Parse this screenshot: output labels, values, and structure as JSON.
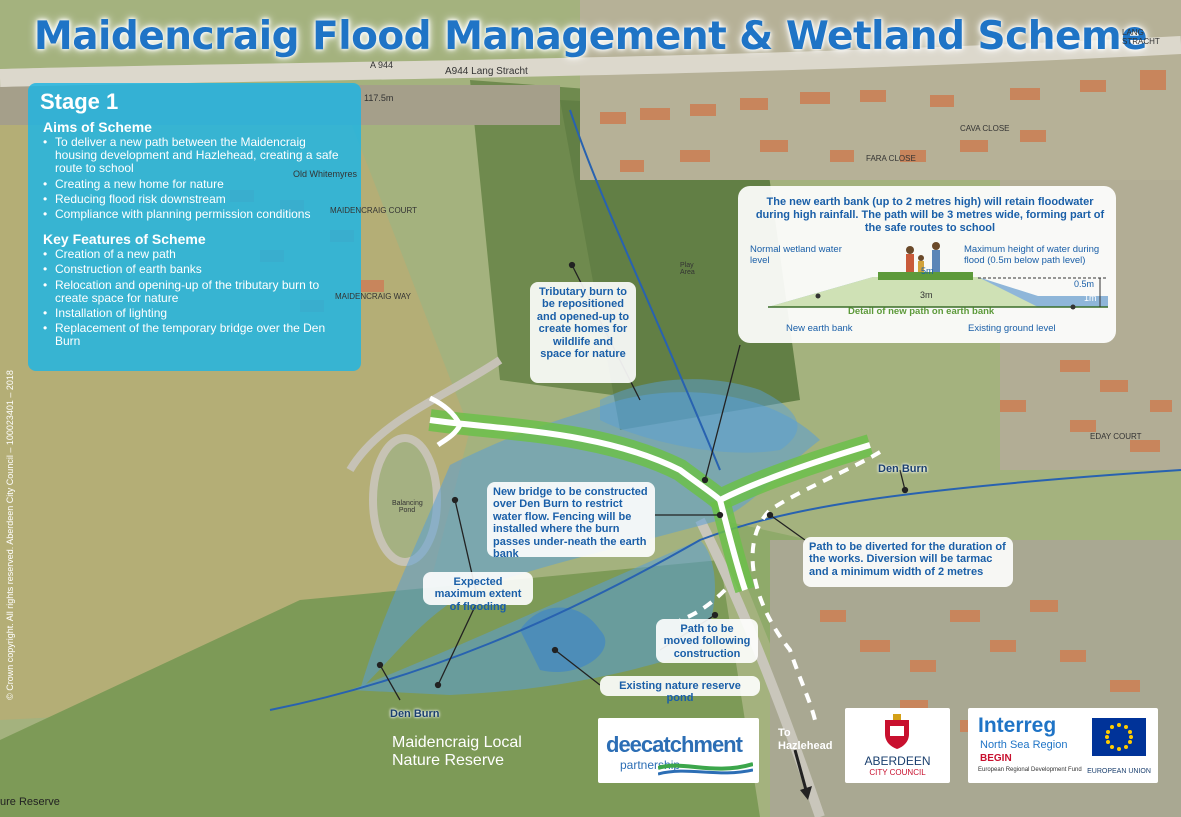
{
  "title": "Maidencraig Flood Management & Wetland Scheme",
  "stage": {
    "heading": "Stage 1",
    "aims_heading": "Aims of Scheme",
    "aims": [
      "To deliver a new path between the Maidencraig housing development and Hazlehead, creating a safe route to school",
      "Creating a new home for nature",
      "Reducing flood risk downstream",
      "Compliance with planning permission conditions"
    ],
    "features_heading": "Key Features of Scheme",
    "features": [
      "Creation of a new path",
      "Construction of earth banks",
      "Relocation and opening-up of the tributary burn to create space for nature",
      "Installation of lighting",
      "Replacement of the temporary bridge over the Den Burn"
    ]
  },
  "callouts": {
    "tributary": "Tributary burn to be repositioned and opened-up to create homes for wildlife and space for nature",
    "bridge": "New bridge to be constructed over Den Burn to restrict water flow. Fencing will be installed where the burn passes under-neath the earth bank",
    "diverted": "Path to be diverted for the duration of the works. Diversion will be tarmac and a minimum width of 2 metres",
    "flooding": "Expected maximum extent of flooding",
    "path_moved": "Path to be moved following construction",
    "pond": "Existing nature reserve pond"
  },
  "earth_bank": {
    "description": "The new earth bank (up to 2 metres high) will retain floodwater during high rainfall. The path will be 3 metres wide, forming part of the safe routes to school",
    "normal_level": "Normal wetland water level",
    "max_height": "Maximum height of water during flood (0.5m below path level)",
    "new_bank": "New earth bank",
    "detail": "Detail of new path on earth bank",
    "existing_ground": "Existing ground level",
    "dim_3m": "3m",
    "dim_5m": "5m",
    "dim_05m": "0.5m",
    "dim_1m": "1m"
  },
  "map_labels": {
    "road_a944": "A 944",
    "lang_stracht": "A944 Lang Stracht",
    "lang_stracht_right": "LANG STRACHT",
    "spot_height": "117.5m",
    "old_whitemyres": "Old Whitemyres",
    "maidencraig_court": "MAIDENCRAIG COURT",
    "maidencraig_way": "MAIDENCRAIG WAY",
    "cava_close": "CAVA CLOSE",
    "fara_close": "FARA CLOSE",
    "eday_court": "EDAY COURT",
    "balancing_pond": "Balancing Pond",
    "play_area": "Play Area",
    "den_burn_east": "Den Burn",
    "den_burn_west": "Den Burn",
    "reserve": "Maidencraig Local Nature Reserve",
    "reserve_partial": "ure Reserve",
    "to_hazlehead": "To Hazlehead",
    "copyright": "© Crown copyright. All rights reserved. Aberdeen City Council – 100023401 – 2018"
  },
  "logos": {
    "dee_main": "deecatchment",
    "dee_sub": "partnership",
    "aberdeen_1": "ABERDEEN",
    "aberdeen_2": "CITY COUNCIL",
    "interreg": "Interreg",
    "interreg_region": "North Sea Region",
    "interreg_begin": "BEGIN",
    "interreg_fund": "European Regional Development Fund",
    "eu": "EUROPEAN UNION"
  },
  "colors": {
    "title": "#1f74c6",
    "stage_panel": "#22b4e1",
    "flood_area": "#5a9fd6",
    "path_green": "#6cc04a",
    "callout_text": "#1a5fa8"
  }
}
